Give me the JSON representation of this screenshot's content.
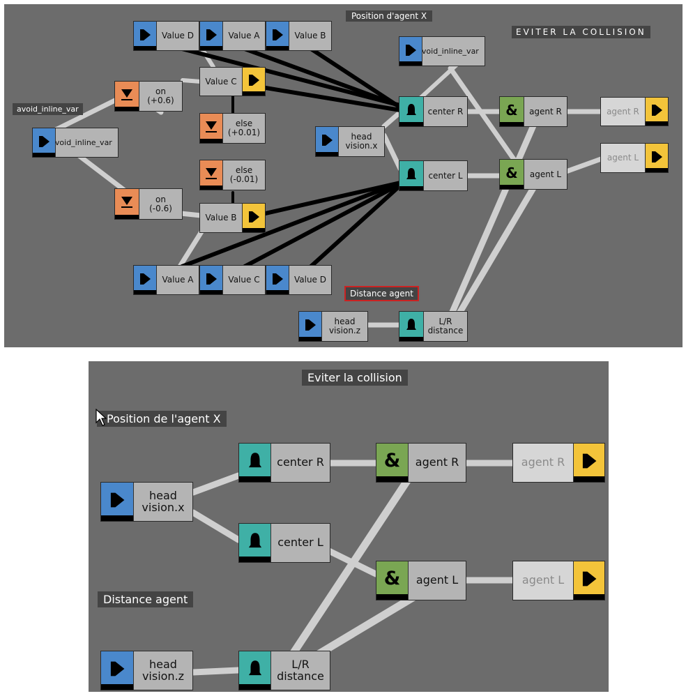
{
  "panel_top": {
    "title": "Position d'agent X",
    "title_right": "EVITER LA COLLISION",
    "label_left": "avoid_inline_var",
    "label_distance": "Distance agent",
    "nodes": {
      "value_d_top": "Value D",
      "value_a_top": "Value A",
      "value_b_top": "Value B",
      "avoid_var_right": "avoid_inline_var",
      "value_c_mid": "Value C",
      "on_pos": [
        "on",
        "(+0.6)"
      ],
      "else_pos": [
        "else",
        "(+0.01)"
      ],
      "avoid_var_left": "avoid_inline_var",
      "head_vision_x": [
        "head",
        "vision.x"
      ],
      "center_r": "center R",
      "center_l": "center L",
      "agent_r_and": "agent R",
      "agent_l_and": "agent L",
      "agent_r_out": "agent R",
      "agent_l_out": "agent L",
      "else_neg": [
        "else",
        "(-0.01)"
      ],
      "on_neg": [
        "on",
        "(-0.6)"
      ],
      "value_b_mid": "Value B",
      "value_a_bot": "Value A",
      "value_c_bot": "Value C",
      "value_d_bot": "Value D",
      "head_vision_z": [
        "head",
        "vision.z"
      ],
      "lr_distance": [
        "L/R",
        "distance"
      ]
    }
  },
  "panel_bottom": {
    "title": "Eviter la collision",
    "label_position": "Position de l'agent X",
    "label_distance": "Distance agent",
    "nodes": {
      "head_vision_x": [
        "head",
        "vision.x"
      ],
      "center_r": "center R",
      "center_l": "center L",
      "agent_r_and": "agent R",
      "agent_l_and": "agent L",
      "agent_r_out": "agent R",
      "agent_l_out": "agent L",
      "head_vision_z": [
        "head",
        "vision.z"
      ],
      "lr_distance": [
        "L/R",
        "distance"
      ]
    }
  },
  "colors": {
    "canvas": "#6c6c6c",
    "node": "#b4b4b4",
    "node_output": "#d6d6d6",
    "input_icon": "#4a88cc",
    "neuron_icon": "#3fb0a6",
    "and_icon": "#7aa653",
    "threshold_icon": "#e98c56",
    "output_icon": "#f3c43a",
    "wire_light": "#d0d0d0",
    "wire_dark": "#000000",
    "highlight_border": "#cc2222"
  },
  "icons": {
    "input": "play-arrow-icon",
    "neuron": "bell-icon",
    "and": "ampersand-icon",
    "threshold": "down-triangle-icon",
    "output": "play-arrow-icon"
  }
}
